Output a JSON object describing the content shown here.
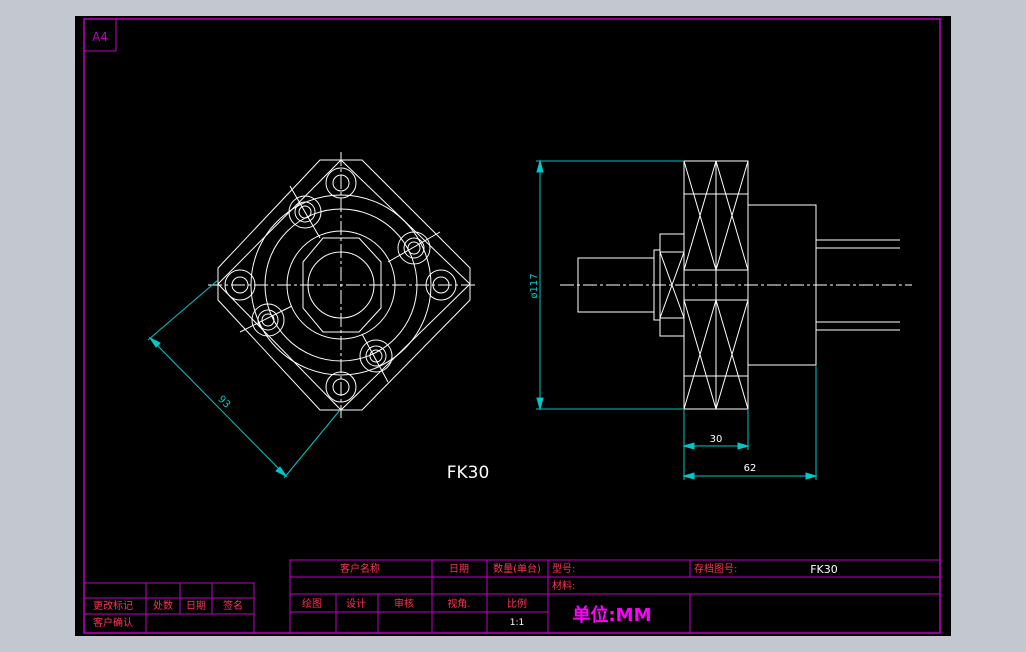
{
  "sheet": {
    "size_label": "A4"
  },
  "colors": {
    "background": "#000000",
    "frame": "#c000c0",
    "line": "#ffffff",
    "dimension": "#00c8c8",
    "unit_text": "#ff00ff",
    "outer": "#c3c7cf"
  },
  "drawing": {
    "label": "FK30",
    "dims": {
      "diagonal": "93",
      "diameter": "ø117",
      "flange": "30",
      "length": "62"
    }
  },
  "title_block": {
    "customer_name": "客户名称",
    "date": "日期",
    "quantity": "数量(单台)",
    "model": "型号:",
    "drawing_no_label": "存档图号:",
    "drawing_no_value": "FK30",
    "material": "材料:",
    "drawn": "绘图",
    "design": "设计",
    "review": "审核",
    "view_angle": "视角.",
    "scale": "比例",
    "scale_value": "1:1",
    "unit": "单位:MM"
  },
  "revision_block": {
    "change_mark": "更改标记",
    "location_count": "处数",
    "date": "日期",
    "signature": "签名",
    "customer_confirm": "客户确认"
  }
}
